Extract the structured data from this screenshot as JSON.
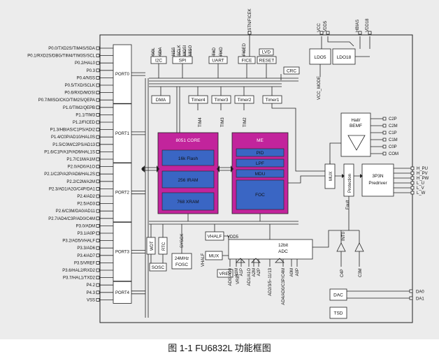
{
  "caption": "图 1-1 FU6832L 功能框图",
  "left_pins": [
    "P0.0/TXD2S/TIM4S/SDA",
    "P0.1/RXD2S/DBG/TIM4/TIM3S/SCL",
    "P0.2/HAL0",
    "P0.3",
    "P0.4/NSS",
    "P0.5/TXD/SCLK",
    "P0.6/RXD/MOSI",
    "P0.7/MISO/CKO/TIM2S/QEPA",
    "P1.0/TIM2/QEPB",
    "P1.1/TIM3",
    "P1.2/FICED",
    "P1.3/HBIAS/C1PS/ADI2",
    "P1.4/C0P/AD10/HAL0S",
    "P1.5/C0M/C2PS/AD13",
    "P1.6/C1P/A1P/AD9/HAL1S",
    "P1.7/C1M/A1M",
    "P2.0/AD0/A1O",
    "P2.1/C2P/A2P/AD8/HAL2S",
    "P2.2/C2M/A2M",
    "P2.3/AD1/A2O/C4P/DA1",
    "P2.4/AD2",
    "P2.5/AD3",
    "P2.6/C3M/DA0/AD11",
    "P2.7/AD4/C3P/AD0/C4M",
    "P3.0/ADM",
    "P3.1/A0P",
    "P3.2/AD5/VHALF",
    "P3.3/AD6",
    "P3.4/AD7",
    "P3.5/VREF",
    "P3.6/HAL2/RXD2",
    "P3.7/HAL1/TXD2",
    "P4.2",
    "P4.3",
    "VSS"
  ],
  "ports": [
    "PORT0",
    "PORT1",
    "PORT2",
    "PORT3",
    "PORT4"
  ],
  "top_signals": {
    "i2c": [
      "SCL",
      "SDA"
    ],
    "spi": [
      "NSS",
      "SCLK",
      "MOSI",
      "MISO"
    ],
    "uart": [
      "TXD",
      "RXD"
    ],
    "fice": "FICED",
    "rst": "RSTN/FICEK",
    "vcc": "VCC",
    "vdd5": "VDD5",
    "hbias": "HBIAS",
    "vdd18": "VDD18"
  },
  "blocks": {
    "i2c": "I2C",
    "spi": "SPI",
    "uart": "UART",
    "fice": "FICE",
    "reset": "RESET",
    "lvd": "LVD",
    "crc": "CRC",
    "ldo5": "LDO5",
    "ldo18": "LDO18",
    "vcc_mode": "VCC_MODE",
    "dma": "DMA",
    "timer4": "Timer4",
    "timer3": "Timer3",
    "timer2": "Timer2",
    "timer1": "Timer1",
    "tim4": "TIM4",
    "tim3": "TIM3",
    "tim2": "TIM2",
    "core_title": "8051 CORE",
    "flash": "16k Flash",
    "iram": "256 IRAM",
    "xram": "768 XRAM",
    "me_title": "ME",
    "pid": "PID",
    "lpf": "LPF",
    "mdu": "MDU",
    "foc": "FOC",
    "mux": "MUX",
    "protection": "Protection",
    "fault": "Fault",
    "predriver_a": "3P3N",
    "predriver_b": "Predriver",
    "hall_a": "Hall/",
    "hall_b": "BEMF",
    "wdt": "WDT",
    "rtc": "RTC",
    "sosc": "SOSC",
    "fosc_a": "24MHz",
    "fosc_b": "FOSC",
    "sysck": "SYSCK",
    "vhalf": "VHALF",
    "vdd5": "VDD5",
    "adc_a": "12bit",
    "adc_b": "ADC",
    "mux2": "MUX",
    "vref": "VREF",
    "vhalf_v": "VHALF",
    "vref_v": "VREF",
    "int0": "INT0",
    "dac": "DAC",
    "tsd": "TSD"
  },
  "hall_inputs": [
    "C2P",
    "C2M",
    "C1P",
    "C1M",
    "C0P",
    "COM"
  ],
  "outputs": [
    "H_PU",
    "H_PV",
    "H_PW",
    "L_U",
    "L_V",
    "L_W"
  ],
  "adc_inputs": [
    "AD0/AO0",
    "A1M",
    "A1P",
    "AD1/A1O",
    "A2M",
    "A2P",
    "AD2/3/5~11/13",
    "AD4/AD0/C3P/C4M",
    "A0M",
    "A0P"
  ],
  "comp_inputs": [
    "C4P",
    "C3M"
  ],
  "dac_outputs": [
    "DA0",
    "DA1"
  ],
  "colors": {
    "core": "#c2249c",
    "sub": "#3a66c4",
    "bg": "#ececec"
  }
}
